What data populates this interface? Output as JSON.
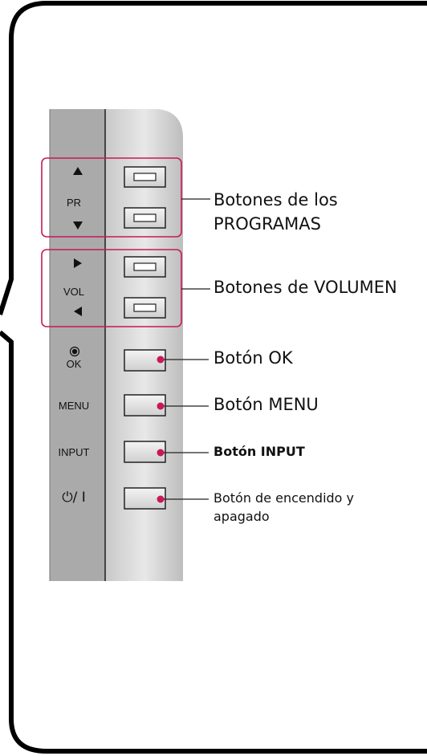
{
  "panel": {
    "pr_label": "PR",
    "vol_label": "VOL",
    "ok_label": "OK",
    "menu_label": "MENU",
    "input_label": "INPUT",
    "power_label": "⏻/ I"
  },
  "callouts": {
    "programas": "Botones de los PROGRAMAS",
    "programas_line1": "Botones de los",
    "programas_line2": "PROGRAMAS",
    "volumen": "Botones de VOLUMEN",
    "ok": "Botón OK",
    "menu": "Botón MENU",
    "input": "Botón INPUT",
    "power": "Botón de encendido y apagado",
    "power_line1": "Botón de encendido y",
    "power_line2": "apagado"
  },
  "colors": {
    "accent": "#c8185a",
    "panel_left": "#a9a9a9",
    "panel_right": "#d6d6d6",
    "frame": "#000000"
  },
  "icons": {
    "up": "triangle-up-icon",
    "down": "triangle-down-icon",
    "right": "triangle-right-icon",
    "left": "triangle-left-icon",
    "ok": "ok-dot-icon",
    "power": "power-icon"
  }
}
